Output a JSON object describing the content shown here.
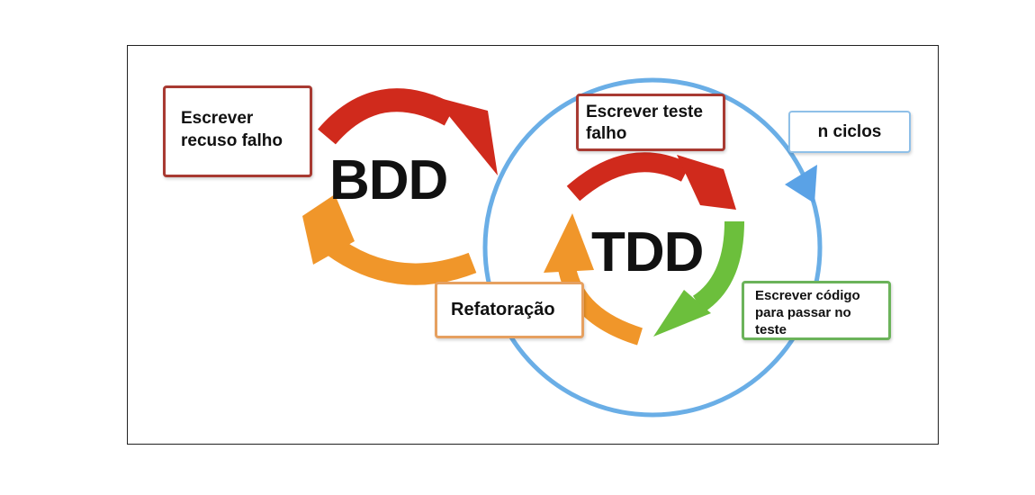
{
  "diagram": {
    "bdd_label": "BDD",
    "tdd_label": "TDD",
    "boxes": {
      "failing_scenario": "Escrever\nrecuso falho",
      "failing_test": "Escrever teste\nfalho",
      "cycles": "n ciclos",
      "refactor": "Refatoração",
      "code_to_pass": "Escrever código\npara passar no\nteste"
    },
    "colors": {
      "red_arrow": "#d02a1c",
      "orange_arrow": "#f0962a",
      "green_arrow": "#6cbf3c",
      "blue_cycle": "#6aaee6",
      "red_border": "#a83a32",
      "orange_border": "#e6a060",
      "green_border": "#6bb35a",
      "blue_border": "#8fc0e8"
    }
  }
}
